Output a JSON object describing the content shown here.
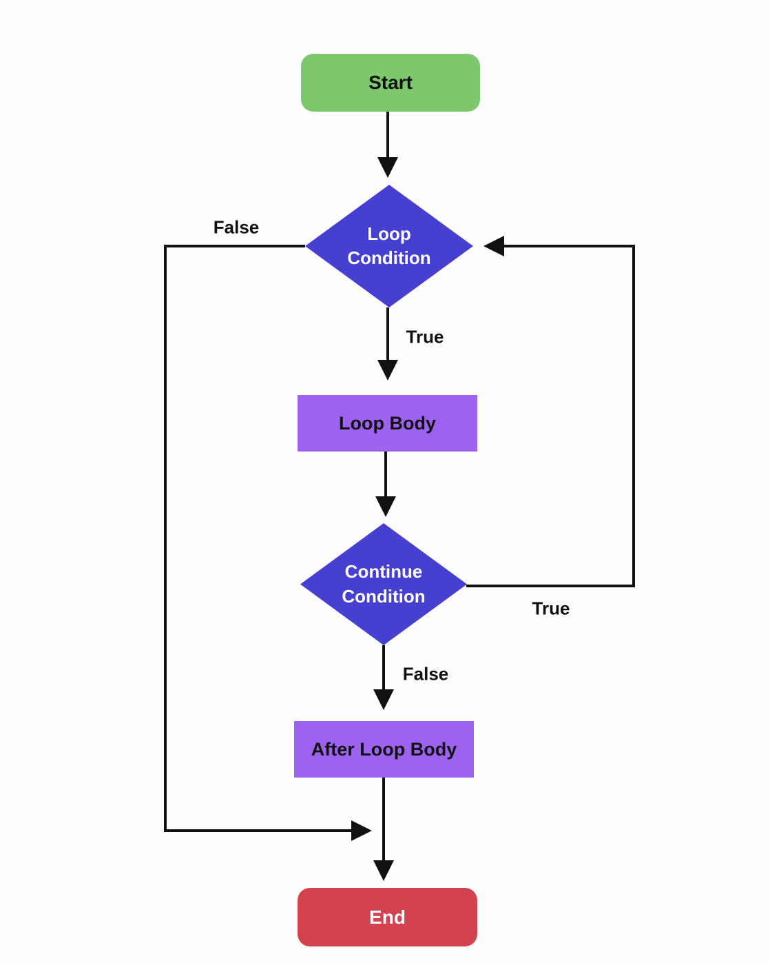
{
  "diagram": {
    "type": "flowchart",
    "background": "#fdfdfd",
    "connector_color": "#111111",
    "nodes": [
      {
        "id": "start",
        "shape": "terminator",
        "label": "Start",
        "fill": "#7dc76c",
        "text_color": "#111111"
      },
      {
        "id": "loop-condition",
        "shape": "decision",
        "label": "Loop Condition",
        "fill": "#4540cf",
        "text_color": "#ffffff"
      },
      {
        "id": "loop-body",
        "shape": "process",
        "label": "Loop Body",
        "fill": "#9d63f0",
        "text_color": "#111111"
      },
      {
        "id": "continue-condition",
        "shape": "decision",
        "label": "Continue Condition",
        "fill": "#4540cf",
        "text_color": "#ffffff"
      },
      {
        "id": "after-loop-body",
        "shape": "process",
        "label": "After Loop Body",
        "fill": "#9d63f0",
        "text_color": "#111111"
      },
      {
        "id": "end",
        "shape": "terminator",
        "label": "End",
        "fill": "#d3434f",
        "text_color": "#ffffff"
      }
    ],
    "edge_labels": [
      {
        "id": "false-top",
        "text": "False"
      },
      {
        "id": "true-top",
        "text": "True"
      },
      {
        "id": "true-right",
        "text": "True"
      },
      {
        "id": "false-bottom",
        "text": "False"
      }
    ],
    "edges": [
      {
        "from": "start",
        "to": "loop-condition",
        "label": ""
      },
      {
        "from": "loop-condition",
        "to": "loop-body",
        "label": "True"
      },
      {
        "from": "loop-condition",
        "to": "end",
        "label": "False"
      },
      {
        "from": "loop-body",
        "to": "continue-condition",
        "label": ""
      },
      {
        "from": "continue-condition",
        "to": "loop-condition",
        "label": "True"
      },
      {
        "from": "continue-condition",
        "to": "after-loop-body",
        "label": "False"
      },
      {
        "from": "after-loop-body",
        "to": "end",
        "label": ""
      }
    ]
  }
}
